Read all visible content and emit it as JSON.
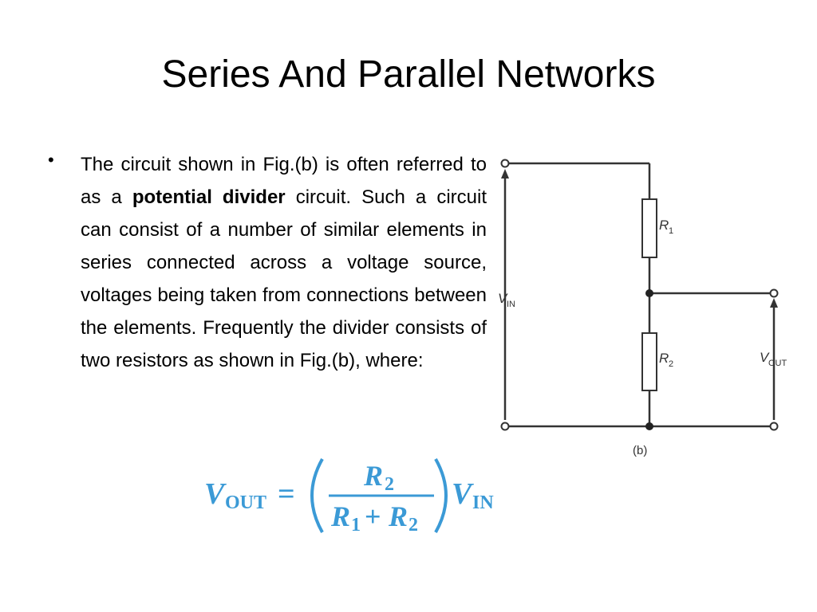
{
  "slide": {
    "title": "Series And Parallel Networks"
  },
  "bullet": {
    "marker": "•",
    "text_before": "The circuit shown in Fig.(b) is often referred to as a ",
    "bold_text": "potential divider",
    "text_after": " circuit. Such a circuit can consist of a number of similar elements in series connected across a voltage source, voltages being taken from connections between the elements. Frequently the divider consists of two resistors as shown in Fig.(b), where:"
  },
  "formula": {
    "lhs_main": "V",
    "lhs_sub": "OUT",
    "equals": "=",
    "numerator": "R",
    "numerator_sub": "2",
    "den_r1": "R",
    "den_r1_sub": "1",
    "plus": "+",
    "den_r2": "R",
    "den_r2_sub": "2",
    "rhs_main": "V",
    "rhs_sub": "IN",
    "color": "#3b9ad6"
  },
  "circuit": {
    "r1_label": "R",
    "r1_sub": "1",
    "r2_label": "R",
    "r2_sub": "2",
    "vin_label": "V",
    "vin_sub": "IN",
    "vout_label": "V",
    "vout_sub": "OUT",
    "caption": "(b)"
  }
}
